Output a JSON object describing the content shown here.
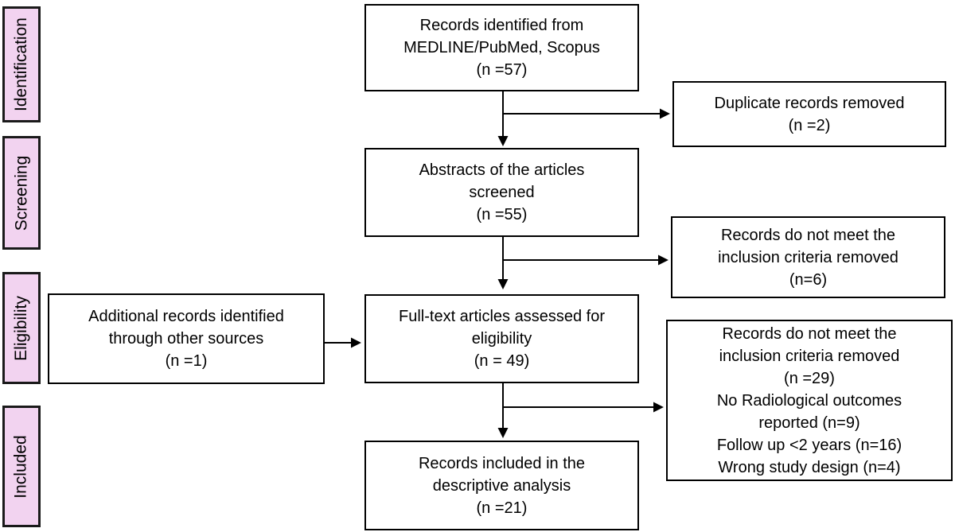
{
  "colors": {
    "stage_fill": "#f2d3f0",
    "box_border": "#000000",
    "background": "#ffffff",
    "arrow": "#000000"
  },
  "stages": [
    {
      "label": "Identification"
    },
    {
      "label": "Screening"
    },
    {
      "label": "Eligibility"
    },
    {
      "label": "Included"
    }
  ],
  "flow": [
    {
      "text": "Records identified from\nMEDLINE/PubMed, Scopus\n(n =57)"
    },
    {
      "text": "Abstracts of the articles\nscreened\n(n =55)"
    },
    {
      "text": "Full-text articles assessed for\neligibility\n(n = 49)"
    },
    {
      "text": "Records included in the\ndescriptive analysis\n(n =21)"
    }
  ],
  "additional": {
    "text": "Additional records identified\nthrough other sources\n(n =1)"
  },
  "exclusions": [
    {
      "text": "Duplicate records removed\n(n =2)"
    },
    {
      "text": "Records do not meet the\ninclusion criteria removed\n(n=6)"
    },
    {
      "text": "Records do not meet the\ninclusion criteria removed\n(n =29)\nNo Radiological outcomes\nreported (n=9)\nFollow up <2 years (n=16)\nWrong study design (n=4)"
    }
  ]
}
